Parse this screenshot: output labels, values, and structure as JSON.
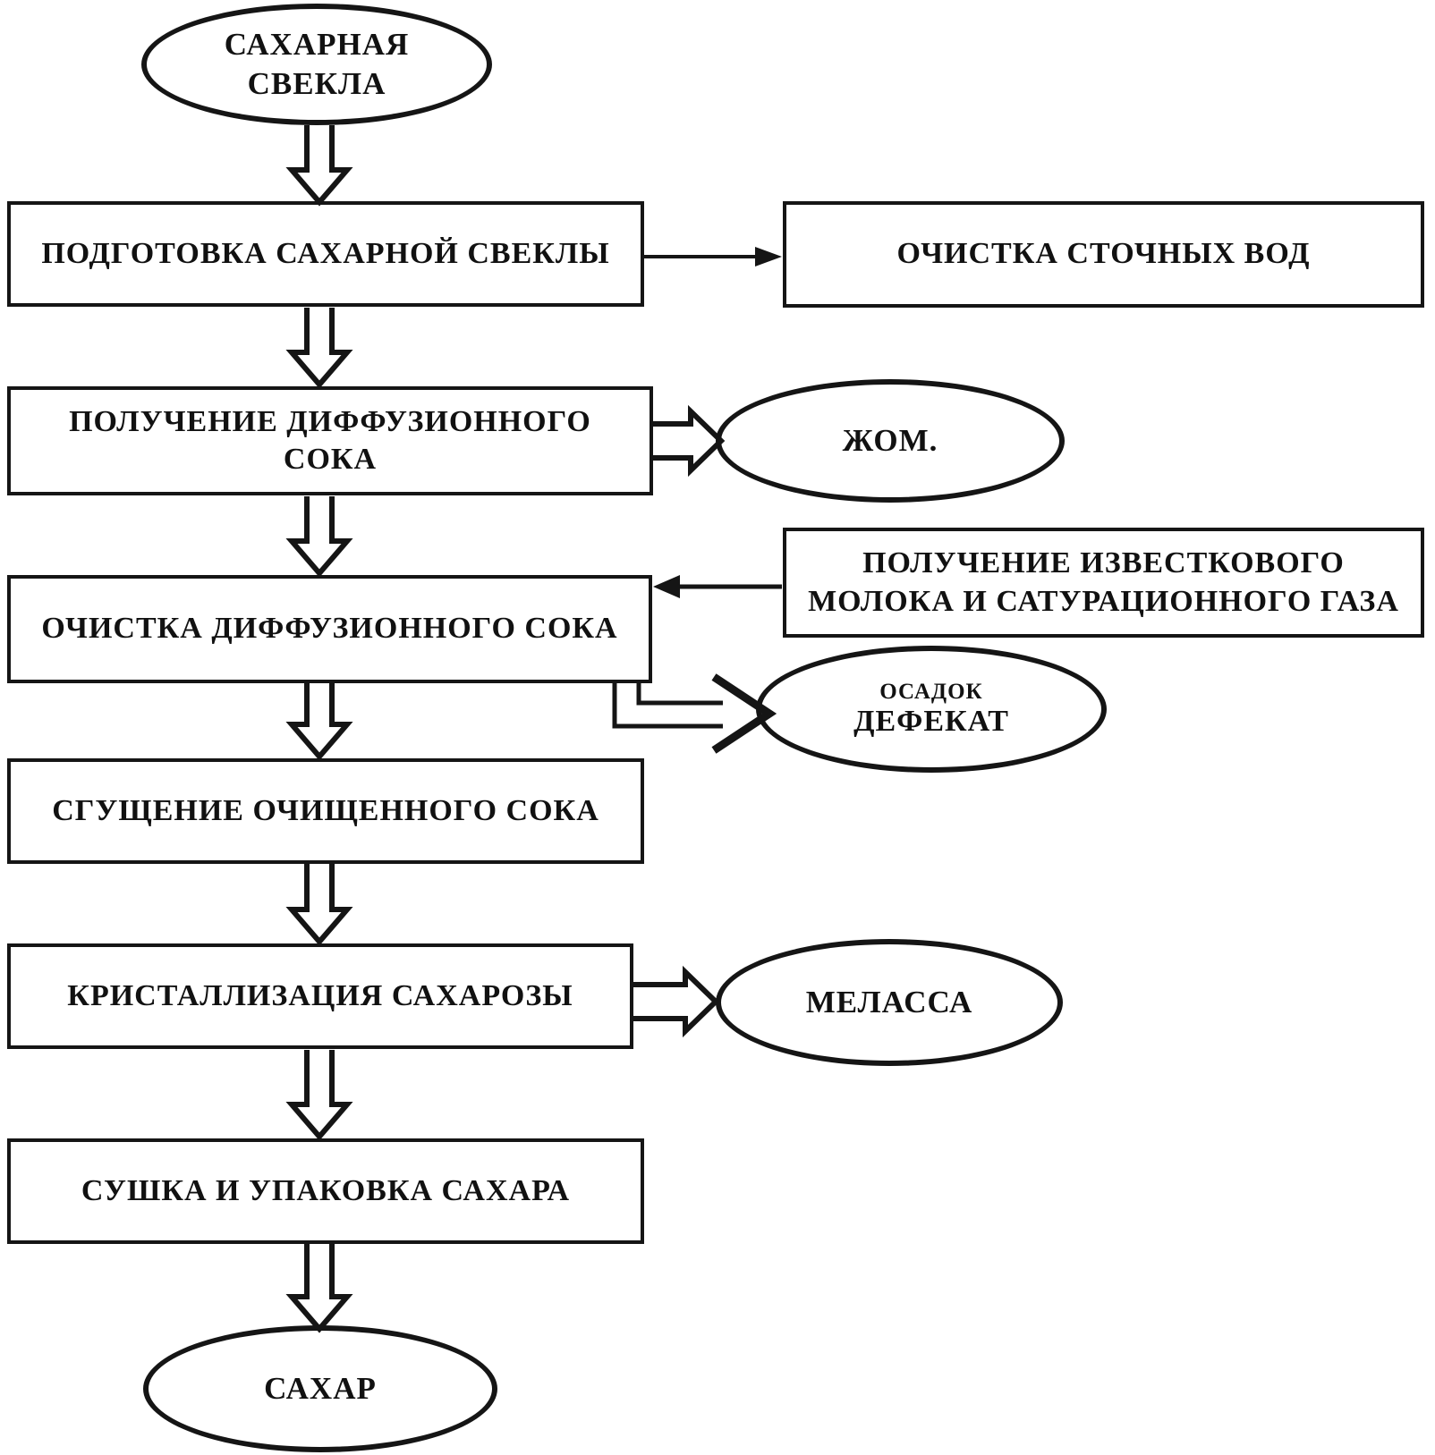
{
  "diagram": {
    "nodes": {
      "sugar_beet": "САХАРНАЯ СВЕКЛА",
      "preparation": "ПОДГОТОВКА САХАРНОЙ СВЕКЛЫ",
      "wastewater": "ОЧИСТКА СТОЧНЫХ ВОД",
      "diffusion_juice": "ПОЛУЧЕНИЕ ДИФФУЗИОННОГО СОКА",
      "pulp": "ЖОМ.",
      "juice_purification": "ОЧИСТКА ДИФФУЗИОННОГО СОКА",
      "lime_milk_line1": "ПОЛУЧЕНИЕ ИЗВЕСТКОВОГО",
      "lime_milk_line2": "МОЛОКА И САТУРАЦИОННОГО ГАЗА",
      "sediment_line1": "ОСАДОК",
      "sediment_line2": "ДЕФЕКАТ",
      "thickening": "СГУЩЕНИЕ ОЧИЩЕННОГО СОКА",
      "crystallization": "КРИСТАЛЛИЗАЦИЯ САХАРОЗЫ",
      "molasses": "МЕЛАССА",
      "drying": "СУШКА И УПАКОВКА САХАРА",
      "sugar": "САХАР"
    },
    "colors": {
      "stroke": "#151515",
      "background": "#ffffff",
      "text": "#111111"
    }
  }
}
